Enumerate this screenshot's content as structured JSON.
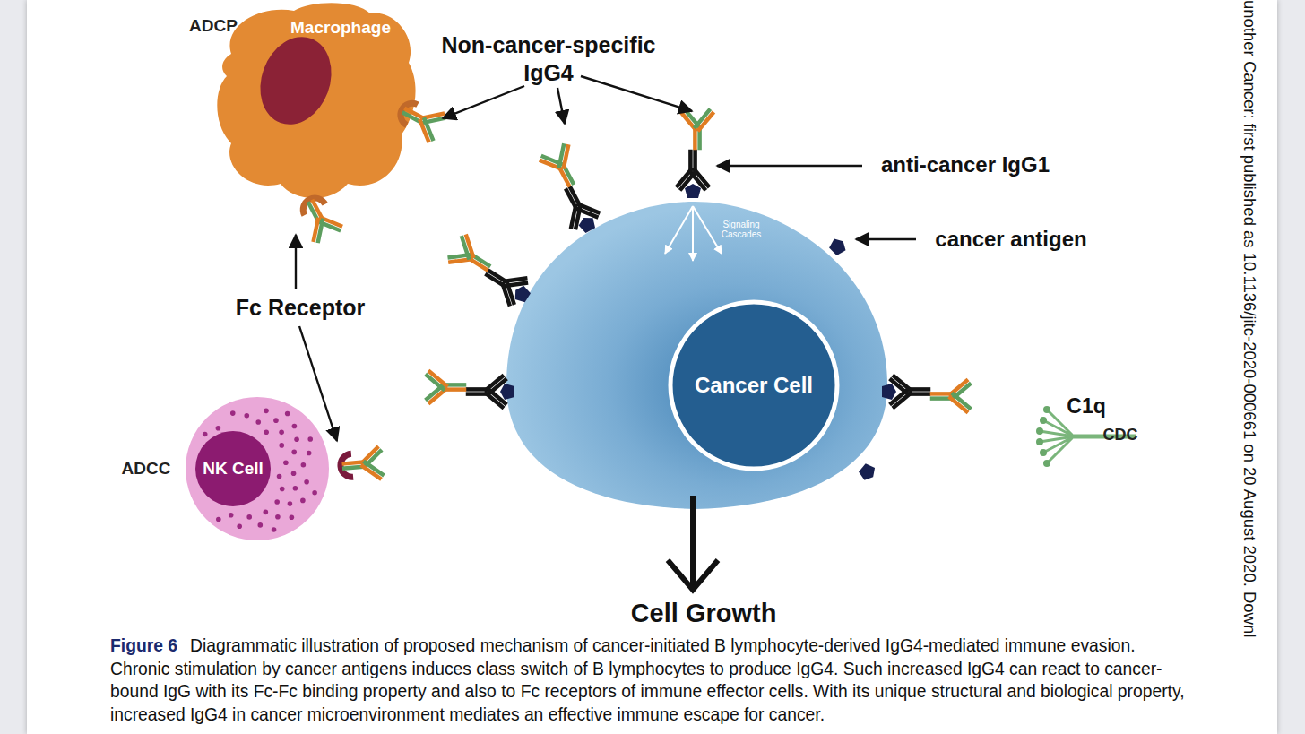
{
  "diagram": {
    "caption": "Diagrammatic illustration of proposed mechanism of cancer-initiated B lymphocyte-derived IgG4-mediated immune evasion. Chronic stimulation by cancer antigens induces class switch of B lymphocytes to produce IgG4. Such increased IgG4 can react to cancer-bound IgG with its Fc-Fc binding property and also to Fc receptors of immune effector cells. With its unique structural and biological property, increased IgG4 in cancer microenvironment mediates an effective immune escape for cancer.",
    "nodes": [
      {
        "text": [
          "Macrophage"
        ]
      },
      {
        "text": [
          "Signaling Cascades"
        ]
      },
      {
        "text": [
          "Cancer Cell"
        ],
        "in": 1
      },
      {
        "text": [
          "NK Cell"
        ]
      }
    ],
    "labels": [
      "ADCP",
      "Non-cancer-specific IgG4",
      "anti-cancer IgG1",
      "cancer antigen",
      "Fc Receptor",
      "ADCC",
      "C1q",
      "CDC",
      "Cell Growth",
      "Figure 6",
      "unother Cancer: first published as 10.1136/jitc-2020-000661 on 20 August 2020. Downl"
    ]
  }
}
